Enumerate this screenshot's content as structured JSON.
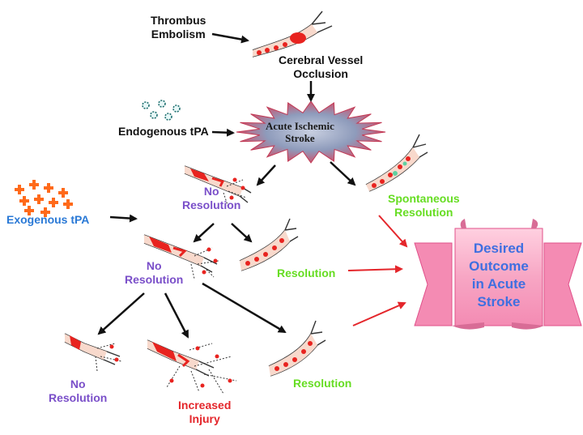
{
  "labels": {
    "thrombus": "Thrombus\nEmbolism",
    "occlusion": "Cerebral Vessel\nOcclusion",
    "endogenous": "Endogenous tPA",
    "stroke": "Acute Ischemic\nStroke",
    "exogenous": "Exogenous tPA",
    "no_resolution_1": "No\nResolution",
    "spontaneous": "Spontaneous\nResolution",
    "no_resolution_2": "No\nResolution",
    "resolution_1": "Resolution",
    "no_resolution_3": "No\nResolution",
    "increased_injury": "Increased\nInjury",
    "resolution_2": "Resolution",
    "outcome": "Desired\nOutcome\nin Acute\nStroke"
  },
  "colors": {
    "vessel_fill": "#f8d9cc",
    "clot": "#e8231f",
    "banner_fill": "#f7a6c4",
    "banner_edge": "#e0508a",
    "starburst_fill": "#d4455f",
    "starburst_inner": "#9aa6c2",
    "arrow_black": "#111111",
    "arrow_red": "#e4262b",
    "tpa_endogenous": "#2f8f8f",
    "tpa_exogenous": "#ff6a1a"
  }
}
